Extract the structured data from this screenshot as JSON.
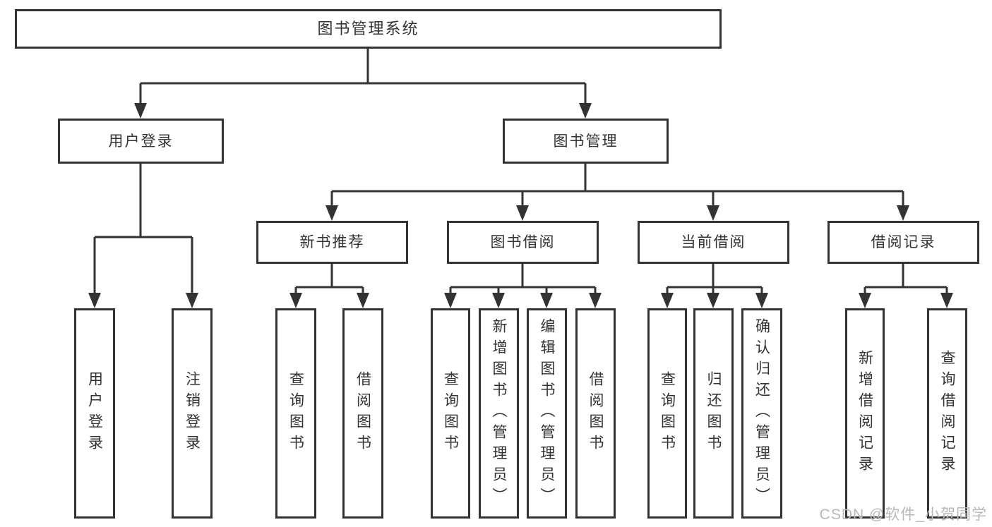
{
  "nodes": {
    "root": "图书管理系统",
    "user_login": "用户登录",
    "book_management": "图书管理",
    "new_book_recommend": "新书推荐",
    "book_borrow": "图书借阅",
    "current_borrow": "当前借阅",
    "borrow_records": "借阅记录",
    "leaf_user_login": "用户登录",
    "leaf_logout": "注销登录",
    "leaf_nbr_query_books": "查询图书",
    "leaf_nbr_borrow_books": "借阅图书",
    "leaf_bb_query_books": "查询图书",
    "leaf_bb_add_books": "新增图书（管理员）",
    "leaf_bb_edit_books": "编辑图书（管理员）",
    "leaf_bb_borrow_books": "借阅图书",
    "leaf_cb_query_books": "查询图书",
    "leaf_cb_return_books": "归还图书",
    "leaf_cb_confirm_return": "确认归还（管理员）",
    "leaf_br_add_record": "新增借阅记录",
    "leaf_br_query_record": "查询借阅记录"
  },
  "watermark": "CSDN @软件_小贺同学",
  "colors": {
    "line": "#333333",
    "border": "#333333",
    "text": "#333333",
    "background": "#ffffff",
    "watermark": "#b9b9b9"
  }
}
